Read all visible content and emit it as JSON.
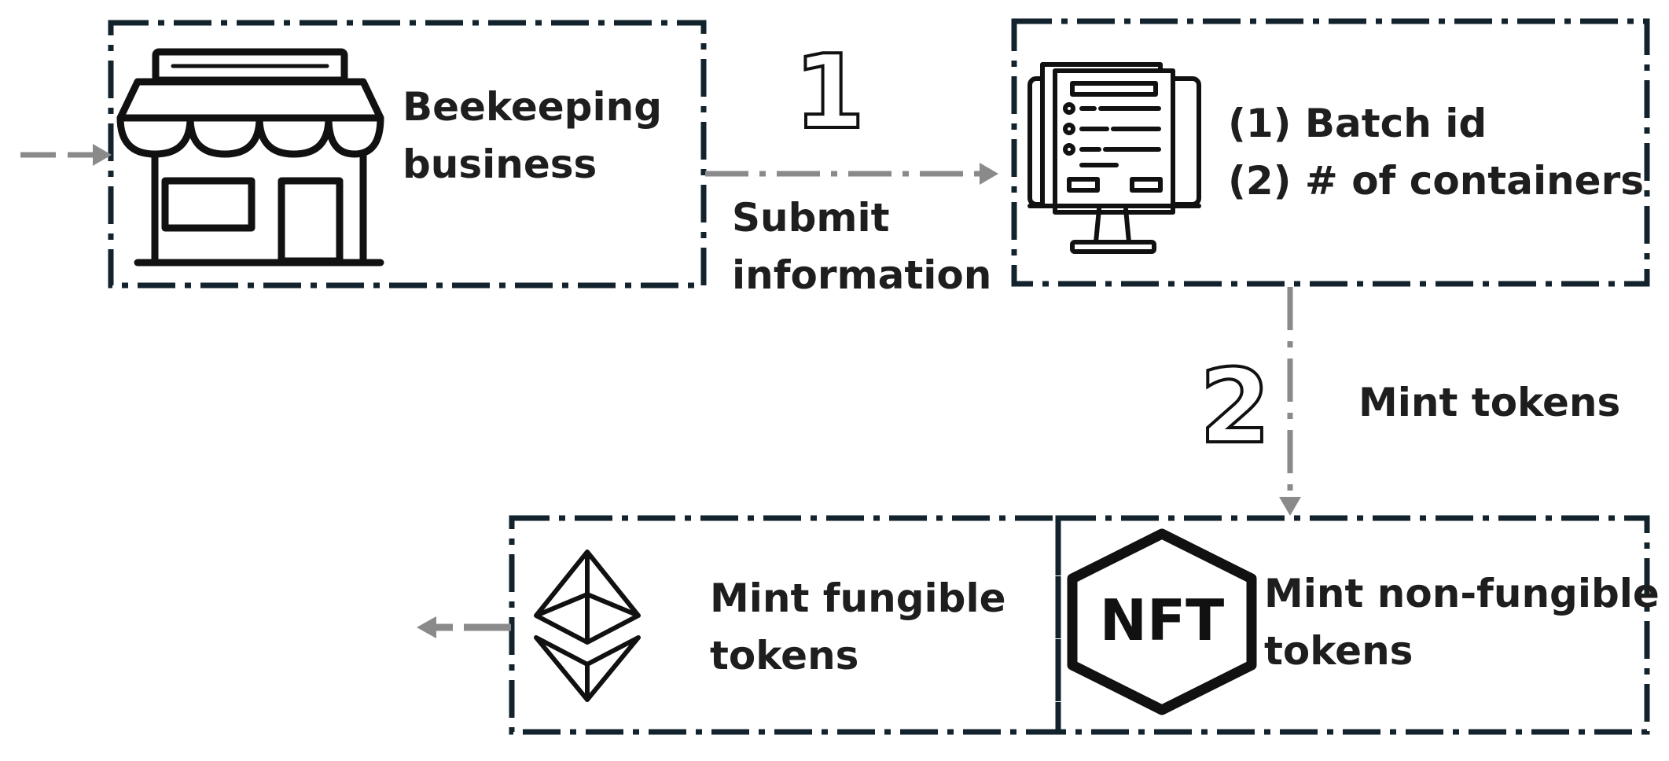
{
  "colors": {
    "box_border": "#13232d",
    "arrow": "#8a8a8a",
    "icon": "#111111",
    "text": "#1e1e1e"
  },
  "nodes": {
    "business": {
      "line1": "Beekeeping",
      "line2": "business",
      "icon": "storefront-icon"
    },
    "form": {
      "line1": "(1) Batch id",
      "line2": "(2) # of containers",
      "icon": "computer-form-icon"
    },
    "fungible": {
      "line1": "Mint fungible",
      "line2": "tokens",
      "icon": "ethereum-icon"
    },
    "nft": {
      "line1": "Mint non-fungible",
      "line2": "tokens",
      "icon": "nft-hexagon-icon",
      "badge": "NFT"
    }
  },
  "steps": {
    "step1": {
      "number": "1",
      "label_line1": "Submit",
      "label_line2": "information"
    },
    "step2": {
      "number": "2",
      "label": "Mint tokens"
    }
  }
}
